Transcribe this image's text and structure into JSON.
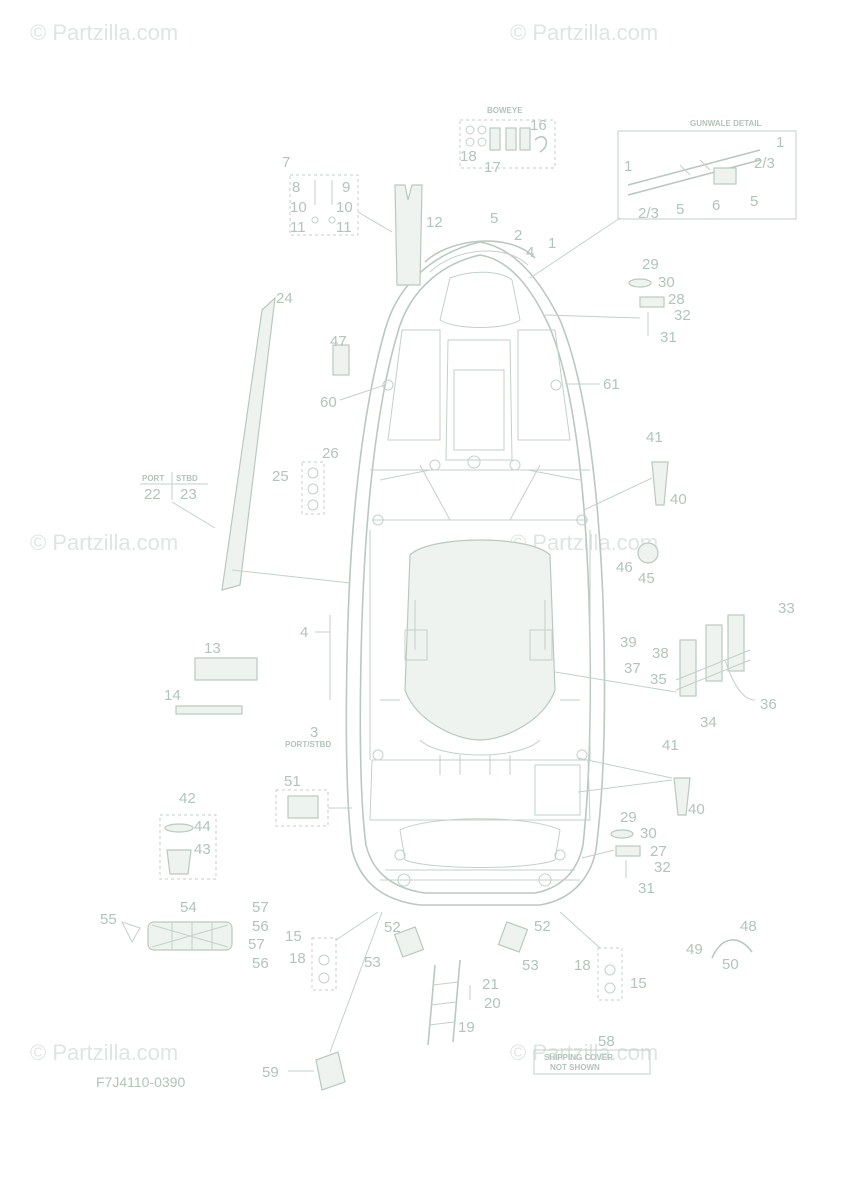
{
  "watermark": "© Partzilla.com",
  "figure_code": "F7J4110-0390",
  "detail_labels": {
    "boweye": "BOWEYE",
    "gunwale_detail": "GUNWALE DETAIL",
    "port_stbd": "PORT/STBD",
    "port": "PORT",
    "stbd": "STBD",
    "shipping_cover_line1": "SHIPPING COVER",
    "shipping_cover_line2": "NOT SHOWN"
  },
  "callouts": {
    "c1": "1",
    "c2": "2",
    "c3": "3",
    "c4": "4",
    "c5": "5",
    "c6": "6",
    "c7": "7",
    "c8": "8",
    "c9": "9",
    "c10": "10",
    "c11": "11",
    "c12": "12",
    "c13": "13",
    "c14": "14",
    "c15": "15",
    "c16": "16",
    "c17": "17",
    "c18": "18",
    "c19": "19",
    "c20": "20",
    "c21": "21",
    "c22": "22",
    "c23": "23",
    "c24": "24",
    "c25": "25",
    "c26": "26",
    "c27": "27",
    "c28": "28",
    "c29": "29",
    "c30": "30",
    "c31": "31",
    "c32": "32",
    "c33": "33",
    "c34": "34",
    "c35": "35",
    "c36": "36",
    "c37": "37",
    "c38": "38",
    "c39": "39",
    "c40": "40",
    "c41": "41",
    "c42": "42",
    "c43": "43",
    "c44": "44",
    "c45": "45",
    "c46": "46",
    "c47": "47",
    "c48": "48",
    "c49": "49",
    "c50": "50",
    "c51": "51",
    "c52": "52",
    "c53": "53",
    "c54": "54",
    "c55": "55",
    "c56": "56",
    "c57": "57",
    "c58": "58",
    "c59": "59",
    "c60": "60",
    "c61": "61",
    "c2_3": "2/3"
  }
}
